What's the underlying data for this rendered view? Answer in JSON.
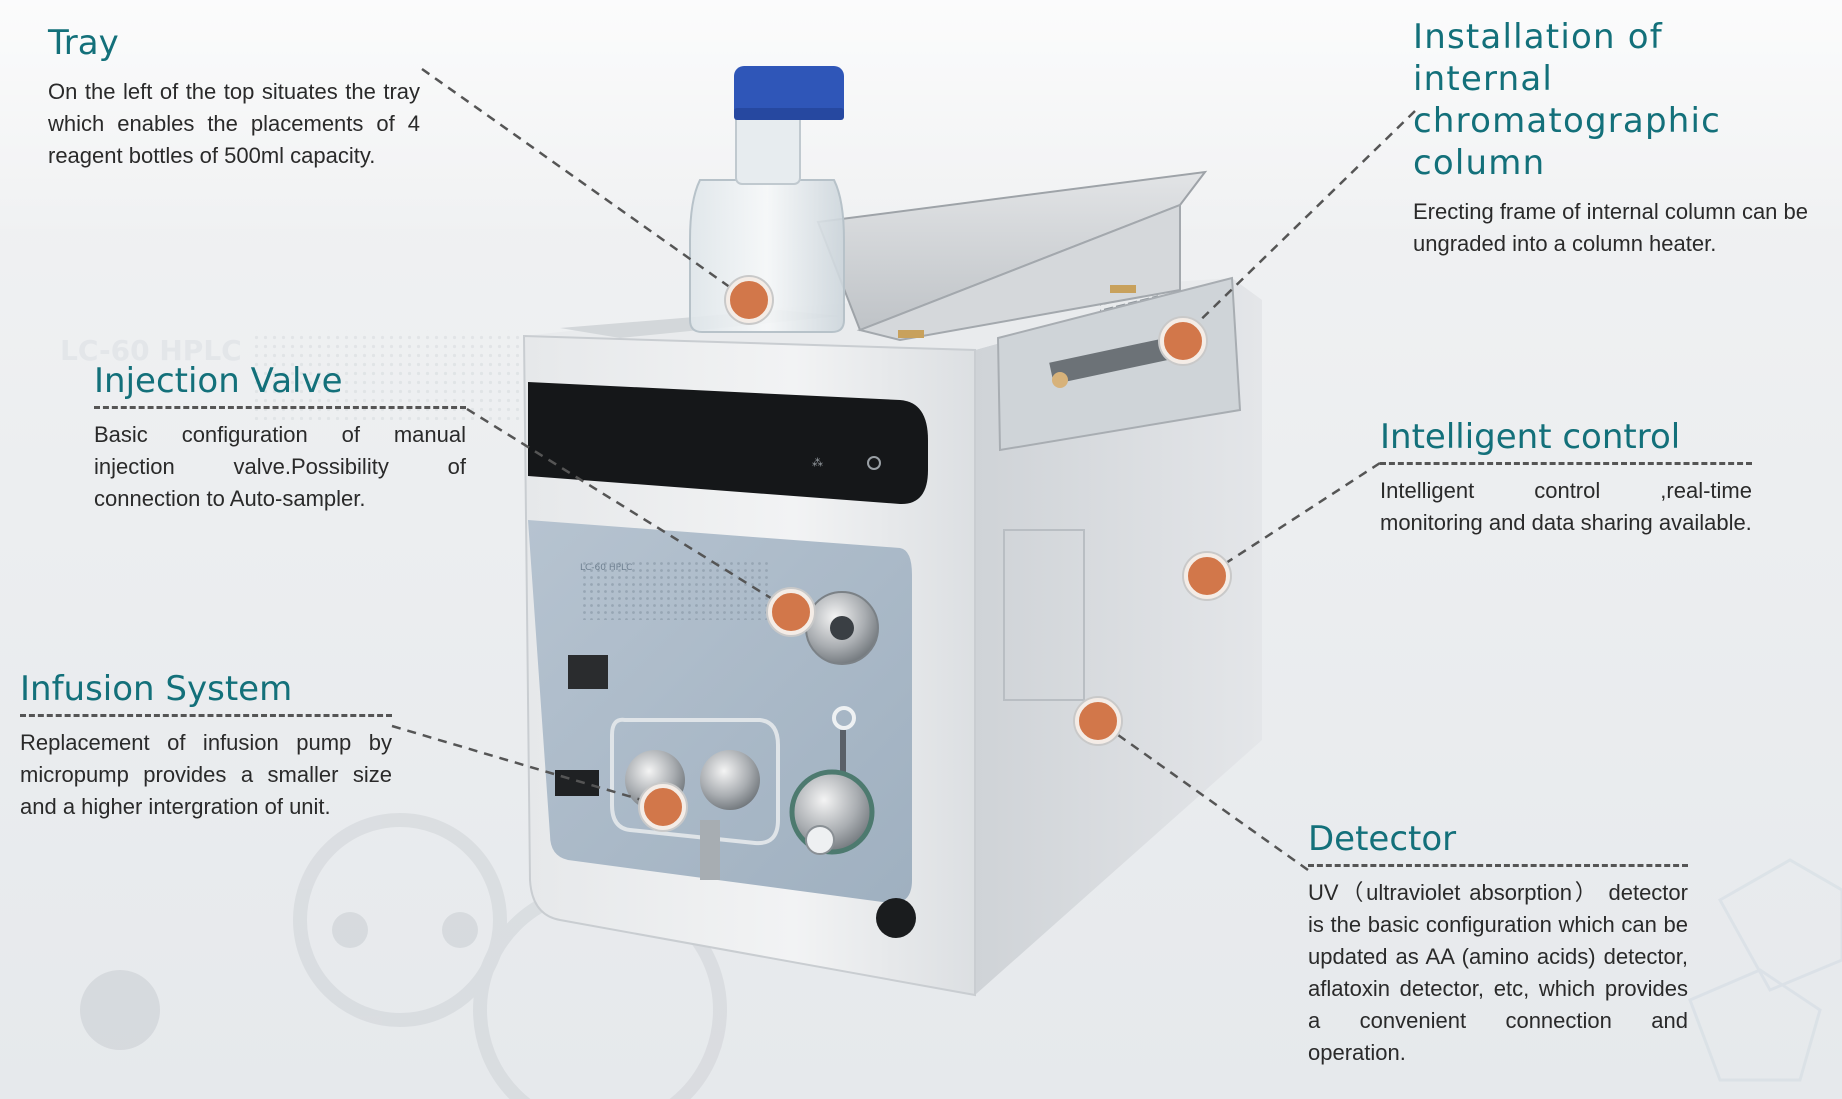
{
  "callouts": {
    "tray": {
      "title": "Tray",
      "text": "On the left of the top situates the tray which enables the placements of 4 reagent bottles of 500ml capacity."
    },
    "column": {
      "title_line1": "Installation of internal",
      "title_line2": "chromatographic column",
      "text": "Erecting frame of internal column can be ungraded into a column heater."
    },
    "injection": {
      "title": "Injection Valve",
      "text": "Basic configuration of manual injection valve.Possibility of connection to Auto-sampler."
    },
    "infusion": {
      "title": "Infusion System",
      "text": "Replacement of infusion pump by micropump provides a smaller size and a higher intergration of unit."
    },
    "intelligent": {
      "title": "Intelligent control",
      "text": "Intelligent control ,real-time monitoring and data sharing available."
    },
    "detector": {
      "title": "Detector",
      "text": "UV（ultraviolet absorption） detector is the  basic configuration which can be updated as AA (amino acids) detector, aflatoxin detector, etc, which provides a convenient connection and operation."
    }
  },
  "device": {
    "panel_label": "LC-60 HPLC",
    "background_label": "LC-60 HPLC"
  },
  "colors": {
    "title": "#13707a",
    "marker": "#d2774a",
    "leader": "#555555",
    "cap": "#2f56b8"
  }
}
